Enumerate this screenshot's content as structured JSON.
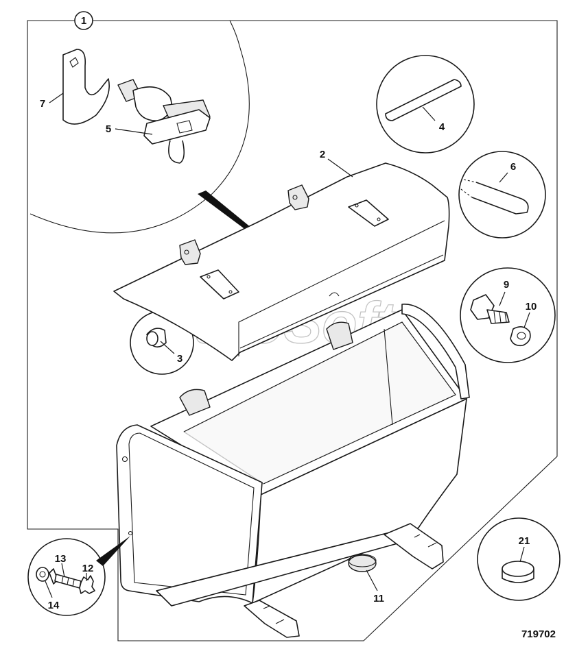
{
  "watermark": "AutoSoft",
  "figure_number": "719702",
  "callouts": {
    "c1": "1",
    "c2": "2",
    "c3": "3",
    "c4": "4",
    "c5": "5",
    "c6": "6",
    "c7": "7",
    "c9": "9",
    "c10": "10",
    "c11": "11",
    "c12": "12",
    "c13": "13",
    "c14": "14",
    "c21": "21"
  }
}
